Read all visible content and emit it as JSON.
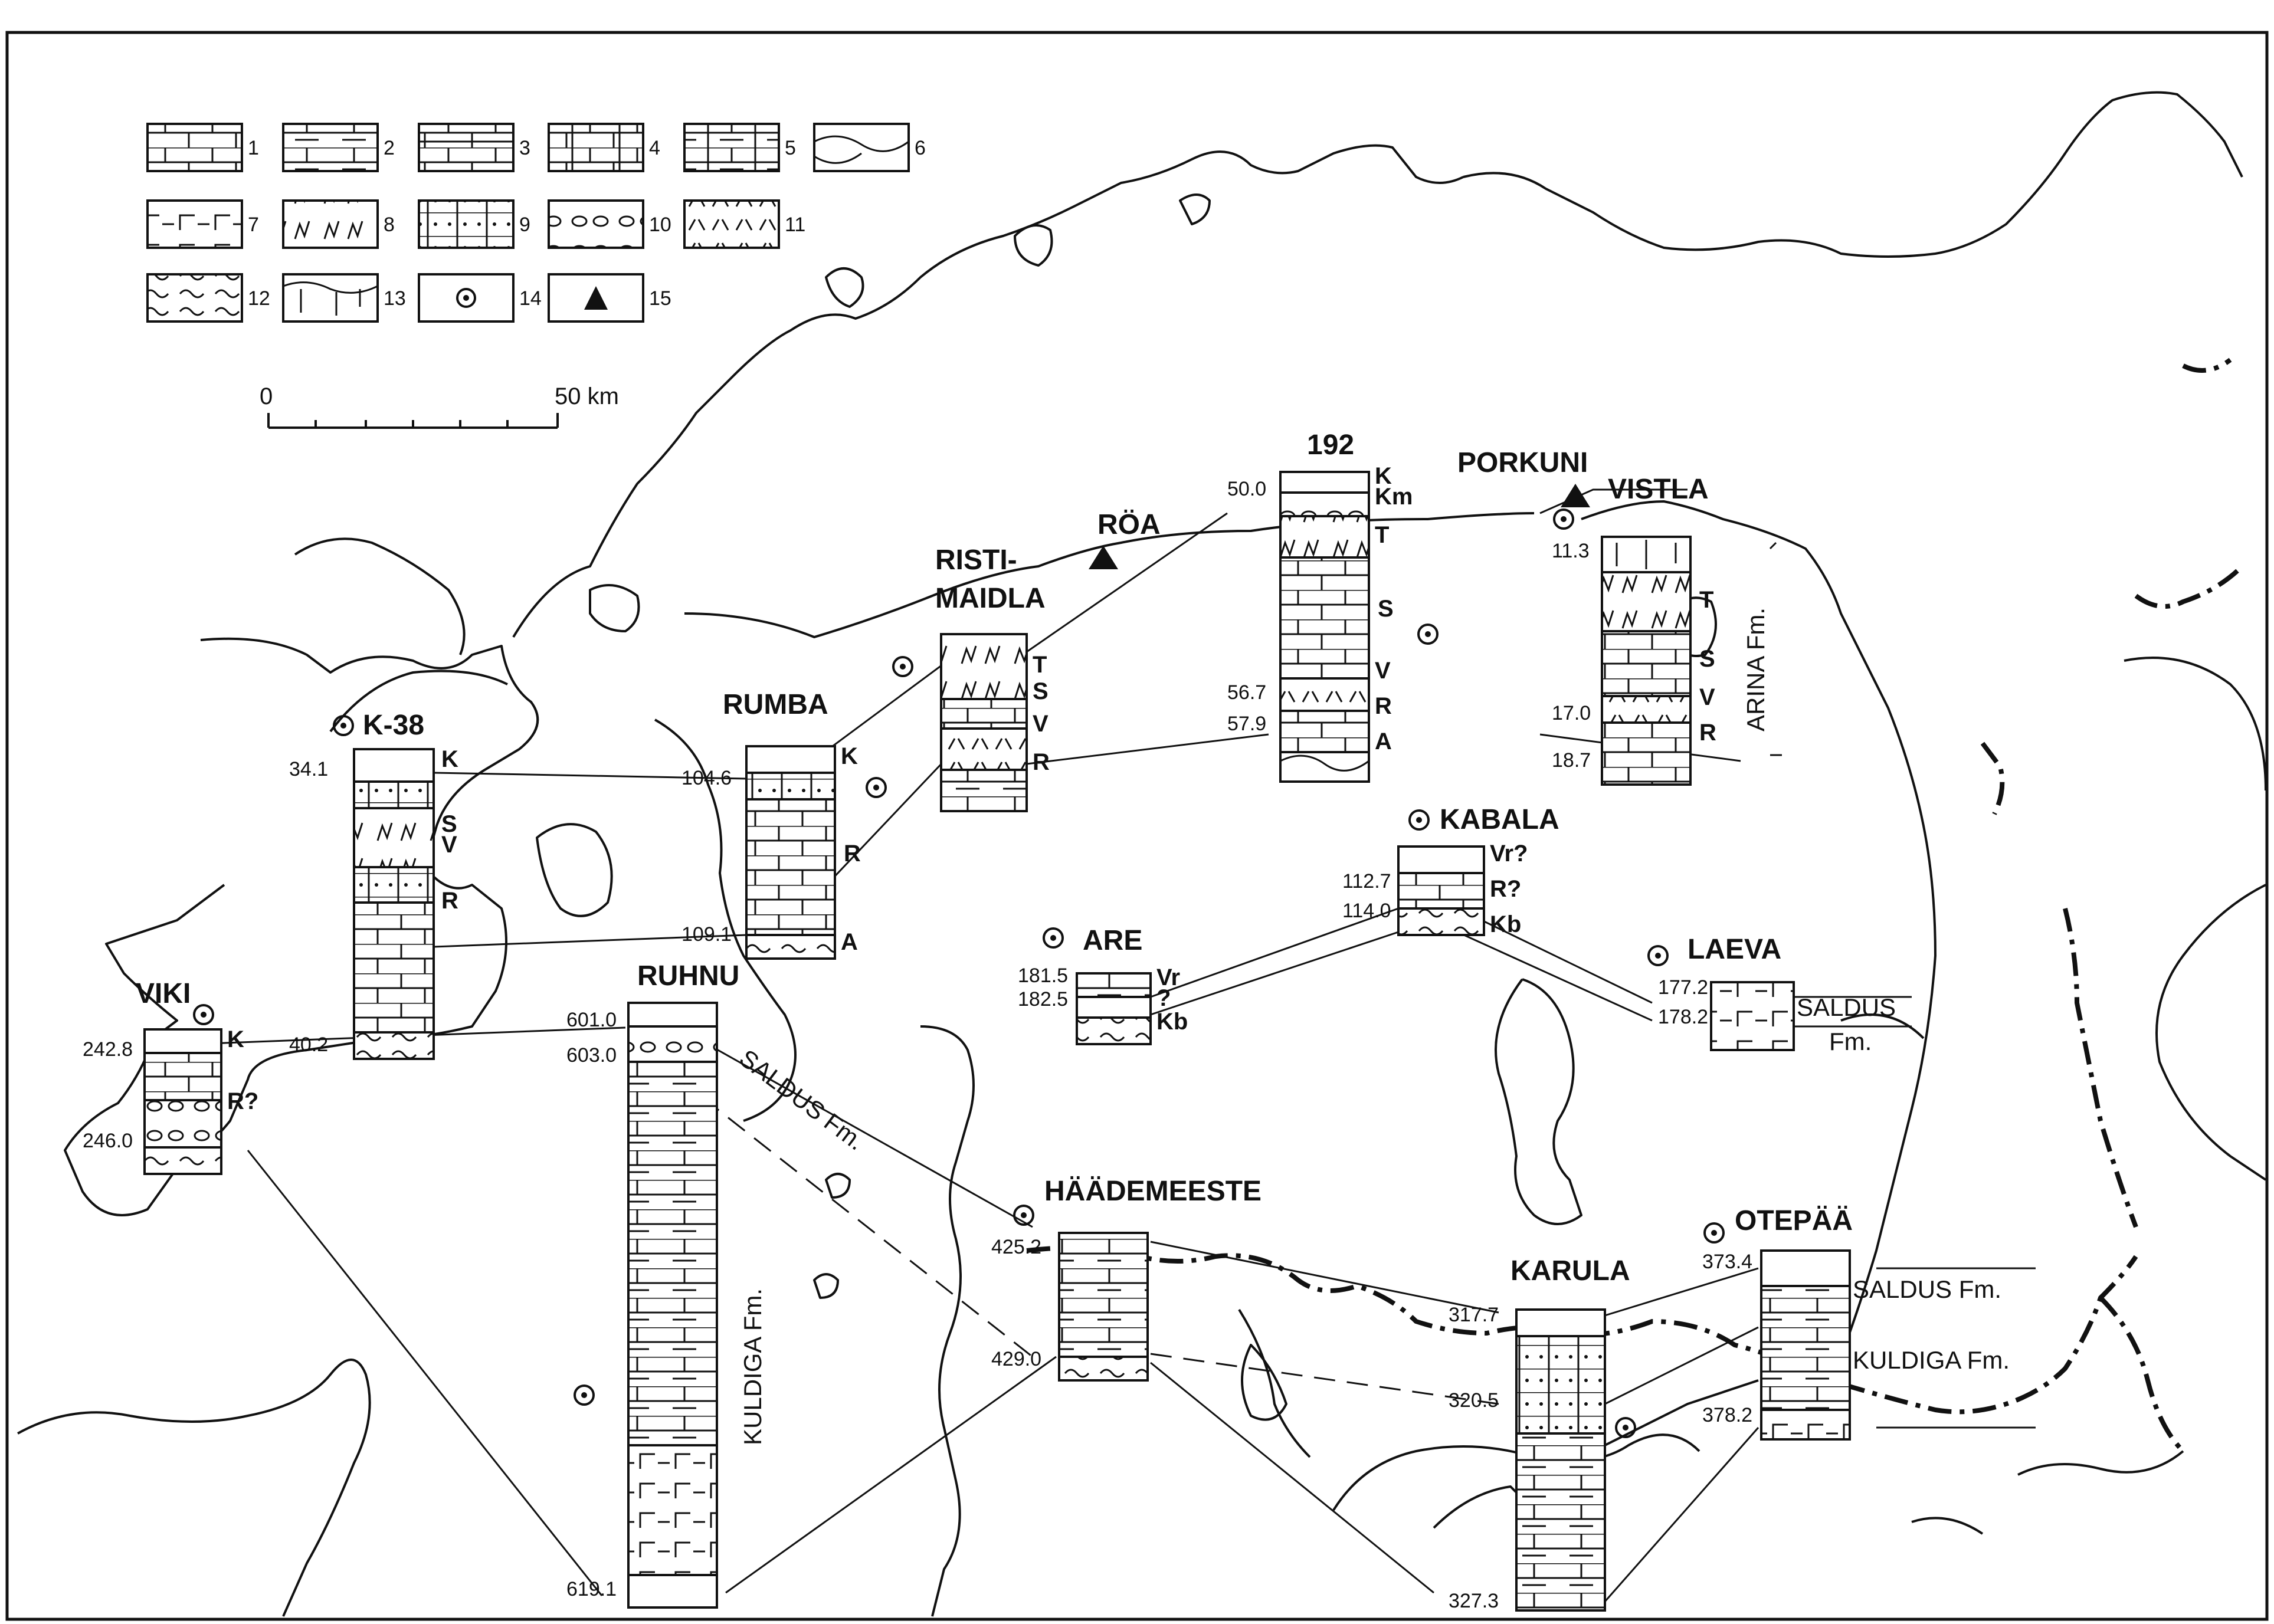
{
  "legend": [
    "1",
    "2",
    "3",
    "4",
    "5",
    "6",
    "7",
    "8",
    "9",
    "10",
    "11",
    "12",
    "13",
    "14",
    "15"
  ],
  "scale": {
    "start": "0",
    "end": "50 km"
  },
  "sites": {
    "k38": {
      "name": "K-38",
      "d_top": "34.1",
      "d_bot": "40.2",
      "units": [
        "K",
        "S",
        "V",
        "R"
      ]
    },
    "viki": {
      "name": "VIKI",
      "d_top": "242.8",
      "d_bot": "246.0",
      "units": [
        "K",
        "R?"
      ]
    },
    "rumba": {
      "name": "RUMBA",
      "d_top": "104.6",
      "d_bot": "109.1",
      "units": [
        "K",
        "R",
        "A"
      ]
    },
    "ristimaidla": {
      "name1": "RISTI-",
      "name2": "MAIDLA",
      "units": [
        "T",
        "S",
        "V",
        "R"
      ]
    },
    "roa": {
      "name": "RÖA"
    },
    "s192": {
      "name": "192",
      "d_top": "50.0",
      "d_mid": "56.7",
      "d_bot": "57.9",
      "units": [
        "K",
        "Km",
        "T",
        "S",
        "V",
        "R",
        "A"
      ]
    },
    "porkuni": {
      "name": "PORKUNI"
    },
    "vistla": {
      "name": "VISTLA",
      "d_top": "11.3",
      "d_mid": "17.0",
      "d_bot": "18.7",
      "units": [
        "T",
        "S",
        "V",
        "R"
      ],
      "fm": "ARINA  Fm."
    },
    "kabala": {
      "name": "KABALA",
      "d_top": "112.7",
      "d_bot": "114.0",
      "units": [
        "Vr?",
        "R?",
        "Kb"
      ]
    },
    "are": {
      "name": "ARE",
      "d_top": "181.5",
      "d_bot": "182.5",
      "units": [
        "Vr",
        "?",
        "Kb"
      ]
    },
    "laeva": {
      "name": "LAEVA",
      "d_top": "177.2",
      "d_bot": "178.2",
      "fm1": "SALDUS",
      "fm2": "Fm."
    },
    "ruhnu": {
      "name": "RUHNU",
      "d_top": "601.0",
      "d_mid": "603.0",
      "d_bot": "619.1",
      "fm": "KULDIGA  Fm.",
      "saldus": "SALDUS  Fm."
    },
    "haademeeste": {
      "name": "HÄÄDEMEESTE",
      "d_top": "425.2",
      "d_bot": "429.0"
    },
    "karula": {
      "name": "KARULA",
      "d_top": "317.7",
      "d_mid": "320.5",
      "d_bot": "327.3"
    },
    "otepaa": {
      "name": "OTEPÄÄ",
      "d_top": "373.4",
      "d_bot": "378.2",
      "fm1": "SALDUS Fm.",
      "fm2": "KULDIGA Fm."
    }
  }
}
